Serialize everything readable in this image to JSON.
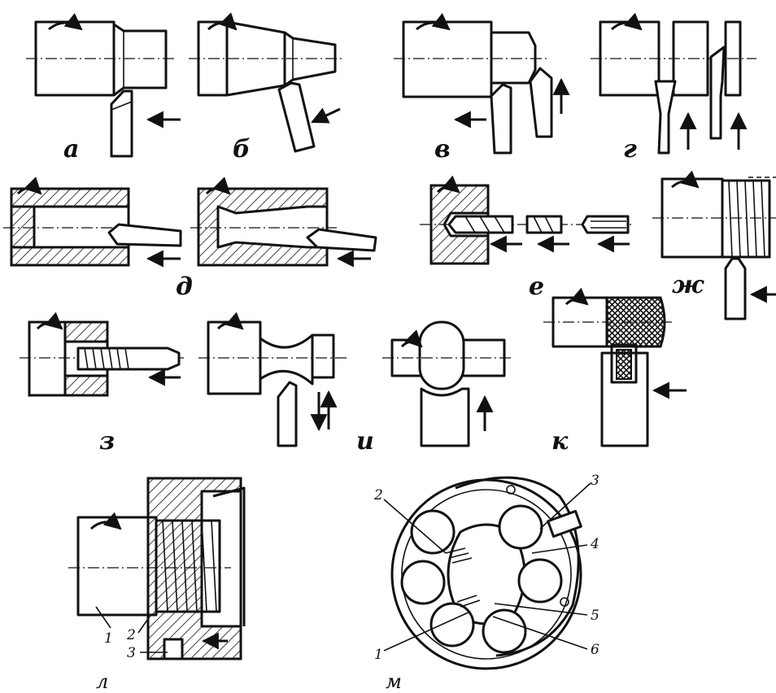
{
  "panels": {
    "a": "а",
    "b": "б",
    "v": "в",
    "g": "г",
    "d": "д",
    "e": "е",
    "zh": "ж",
    "z": "з",
    "i": "и",
    "k": "к",
    "l": "л",
    "m": "м"
  },
  "callouts_l": [
    "1",
    "2",
    "3"
  ],
  "callouts_m": [
    "2",
    "3",
    "4",
    "5",
    "1",
    "6"
  ]
}
